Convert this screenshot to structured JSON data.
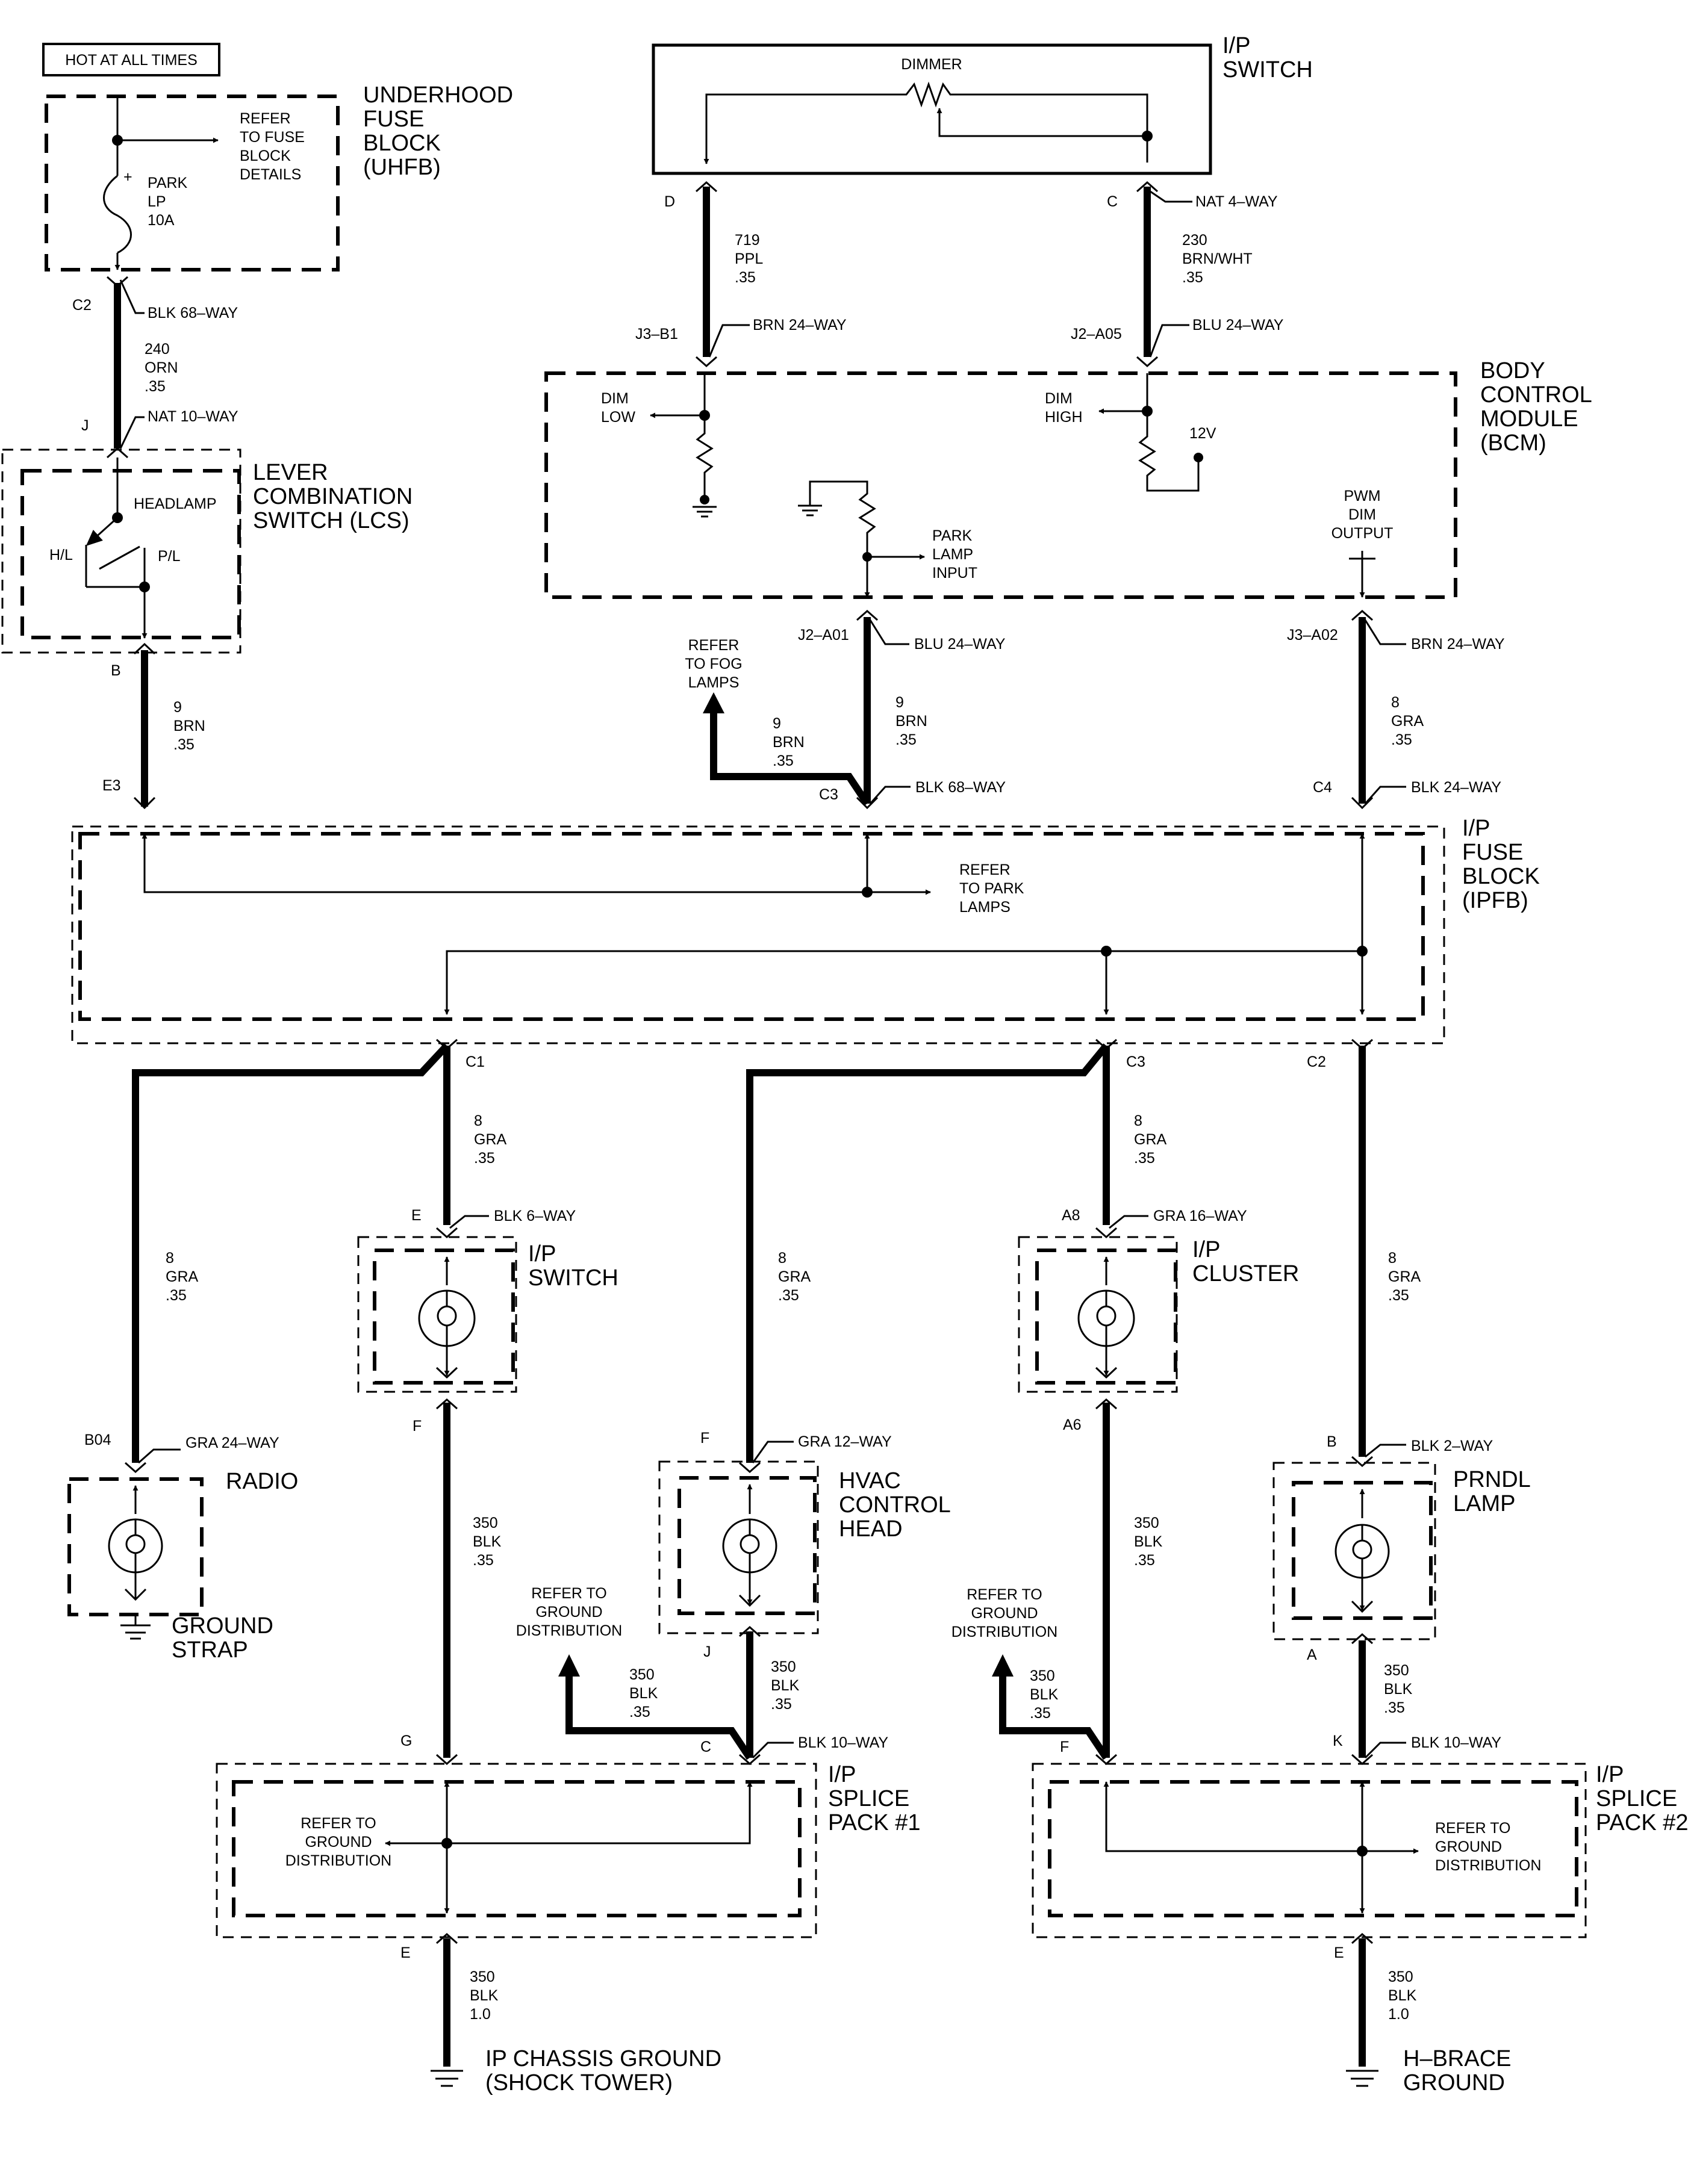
{
  "header": {
    "hot_label": "HOT AT ALL TIMES"
  },
  "components": {
    "uhfb": [
      "UNDERHOOD",
      "FUSE",
      "BLOCK",
      "(UHFB)"
    ],
    "ip_switch_top": [
      "I/P",
      "SWITCH"
    ],
    "dimmer": "DIMMER",
    "refer_fuse_block": [
      "REFER",
      "TO FUSE",
      "BLOCK",
      "DETAILS"
    ],
    "fuse": [
      "PARK",
      "LP",
      "10A"
    ],
    "lcs": [
      "LEVER",
      "COMBINATION",
      "SWITCH (LCS)"
    ],
    "headlamp": "HEADLAMP",
    "hl": "H/L",
    "pl": "P/L",
    "bcm": [
      "BODY",
      "CONTROL",
      "MODULE",
      "(BCM)"
    ],
    "dim_low": [
      "DIM",
      "LOW"
    ],
    "dim_high": [
      "DIM",
      "HIGH"
    ],
    "v12": "12V",
    "park_lamp_input": [
      "PARK",
      "LAMP",
      "INPUT"
    ],
    "pwm": [
      "PWM",
      "DIM",
      "OUTPUT"
    ],
    "refer_fog": [
      "REFER",
      "TO FOG",
      "LAMPS"
    ],
    "ipfb": [
      "I/P",
      "FUSE",
      "BLOCK",
      "(IPFB)"
    ],
    "refer_park": [
      "REFER",
      "TO PARK",
      "LAMPS"
    ],
    "ip_switch_lamp": [
      "I/P",
      "SWITCH"
    ],
    "ip_cluster": [
      "I/P",
      "CLUSTER"
    ],
    "radio": "RADIO",
    "ground_strap": [
      "GROUND",
      "STRAP"
    ],
    "hvac": [
      "HVAC",
      "CONTROL",
      "HEAD"
    ],
    "prndl": [
      "PRNDL",
      "LAMP"
    ],
    "refer_gd_1": [
      "REFER TO",
      "GROUND",
      "DISTRIBUTION"
    ],
    "refer_gd_2": [
      "REFER TO",
      "GROUND",
      "DISTRIBUTION"
    ],
    "splice1": [
      "I/P",
      "SPLICE",
      "PACK #1"
    ],
    "splice2": [
      "I/P",
      "SPLICE",
      "PACK #2"
    ],
    "splice1_refer": [
      "REFER TO",
      "GROUND",
      "DISTRIBUTION"
    ],
    "splice2_refer": [
      "REFER TO",
      "GROUND",
      "DISTRIBUTION"
    ],
    "ground_ip": [
      "IP CHASSIS GROUND",
      "(SHOCK TOWER)"
    ],
    "ground_hbrace": [
      "H–BRACE",
      "GROUND"
    ]
  },
  "connectors": {
    "uhfb_c2": "C2",
    "blk68_top": "BLK 68–WAY",
    "lcs_j": "J",
    "nat10": "NAT 10–WAY",
    "lcs_b": "B",
    "ipsw_d": "D",
    "ipsw_c": "C",
    "nat4": "NAT 4–WAY",
    "j3b1": "J3–B1",
    "brn24_top": "BRN 24–WAY",
    "j2a05": "J2–A05",
    "blu24_top": "BLU 24–WAY",
    "j2a01": "J2–A01",
    "blu24_mid": "BLU 24–WAY",
    "j3a02": "J3–A02",
    "brn24_mid": "BRN 24–WAY",
    "e3": "E3",
    "c3_top": "C3",
    "blk68_mid": "BLK 68–WAY",
    "c4": "C4",
    "blk24": "BLK 24–WAY",
    "c1": "C1",
    "c3_bot": "C3",
    "c2_bot": "C2",
    "e_sw": "E",
    "blk6": "BLK 6–WAY",
    "f_sw": "F",
    "a8": "A8",
    "gra16": "GRA 16–WAY",
    "a6": "A6",
    "b04": "B04",
    "gra24": "GRA 24–WAY",
    "f_hvac": "F",
    "gra12": "GRA 12–WAY",
    "j_hvac": "J",
    "b_prndl": "B",
    "blk2": "BLK 2–WAY",
    "a_prndl": "A",
    "g_sp1": "G",
    "c_sp1": "C",
    "blk10_1": "BLK 10–WAY",
    "f_sp2": "F",
    "k_sp2": "K",
    "blk10_2": "BLK 10–WAY",
    "e_sp1": "E",
    "e_sp2": "E"
  },
  "wires": {
    "w240": [
      "240",
      "ORN",
      ".35"
    ],
    "w9_lcs": [
      "9",
      "BRN",
      ".35"
    ],
    "w719": [
      "719",
      "PPL",
      ".35"
    ],
    "w230": [
      "230",
      "BRN/WHT",
      ".35"
    ],
    "w9_park": [
      "9",
      "BRN",
      ".35"
    ],
    "w9_fog": [
      "9",
      "BRN",
      ".35"
    ],
    "w8_pwm": [
      "8",
      "GRA",
      ".35"
    ],
    "w8_c1": [
      "8",
      "GRA",
      ".35"
    ],
    "w8_radio": [
      "8",
      "GRA",
      ".35"
    ],
    "w8_hvac": [
      "8",
      "GRA",
      ".35"
    ],
    "w8_c3": [
      "8",
      "GRA",
      ".35"
    ],
    "w8_c2": [
      "8",
      "GRA",
      ".35"
    ],
    "w350_sw": [
      "350",
      "BLK",
      ".35"
    ],
    "w350_hvac": [
      "350",
      "BLK",
      ".35"
    ],
    "w350_gd1": [
      "350",
      "BLK",
      ".35"
    ],
    "w350_cl": [
      "350",
      "BLK",
      ".35"
    ],
    "w350_gd2": [
      "350",
      "BLK",
      ".35"
    ],
    "w350_prndl": [
      "350",
      "BLK",
      ".35"
    ],
    "w350_e1": [
      "350",
      "BLK",
      "1.0"
    ],
    "w350_e2": [
      "350",
      "BLK",
      "1.0"
    ]
  }
}
